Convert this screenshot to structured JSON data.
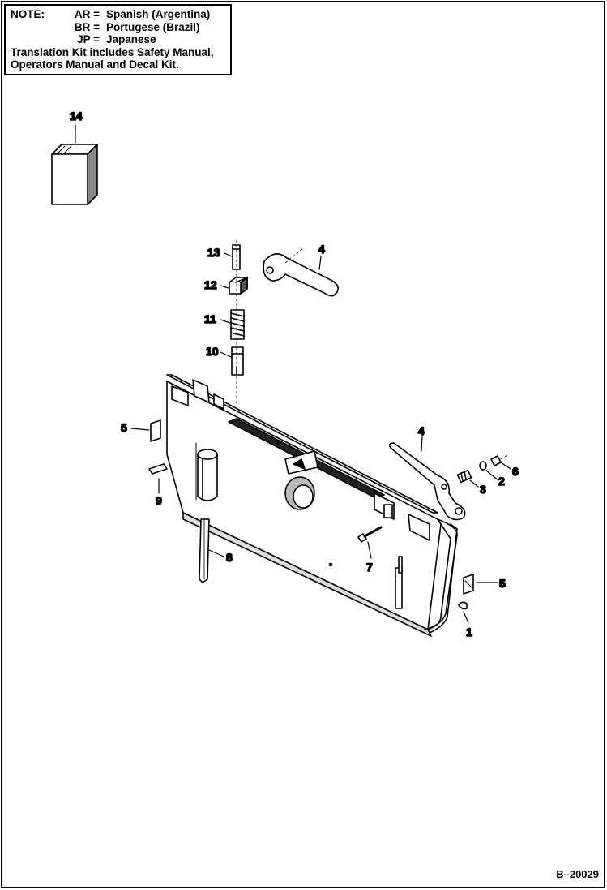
{
  "note": {
    "heading": "NOTE:",
    "codes": [
      {
        "code": "AR",
        "eq": "=",
        "language": "Spanish (Argentina)"
      },
      {
        "code": "BR",
        "eq": "=",
        "language": "Portugese (Brazil)"
      },
      {
        "code": "JP",
        "eq": "=",
        "language": "Japanese"
      }
    ],
    "line1": "Translation Kit includes Safety Manual,",
    "line2": "Operators Manual and Decal Kit."
  },
  "callouts": [
    "1",
    "2",
    "3",
    "4",
    "4",
    "5",
    "5",
    "6",
    "7",
    "8",
    "9",
    "10",
    "11",
    "12",
    "13",
    "14"
  ],
  "figure_id": "B–20029",
  "colors": {
    "ink": "#000000",
    "paper": "#ffffff",
    "shade": "#cccccc",
    "dark": "#444444"
  }
}
